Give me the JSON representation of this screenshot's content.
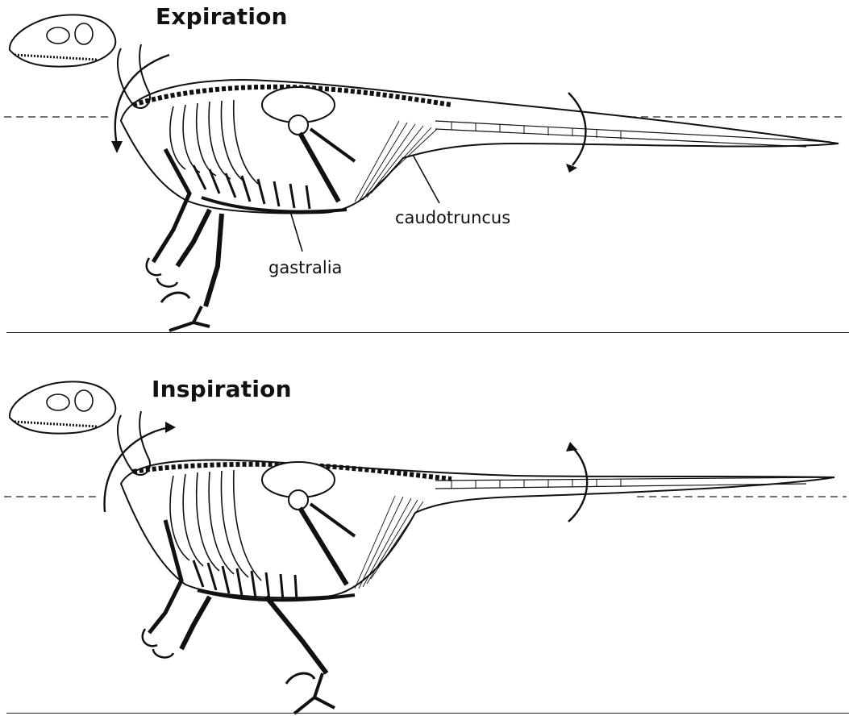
{
  "panels": [
    {
      "title": "Expiration",
      "labels": {
        "muscle": "caudotruncus",
        "ribs": "gastralia"
      }
    },
    {
      "title": "Inspiration"
    }
  ],
  "colors": {
    "line": "#111111",
    "background": "#ffffff"
  }
}
